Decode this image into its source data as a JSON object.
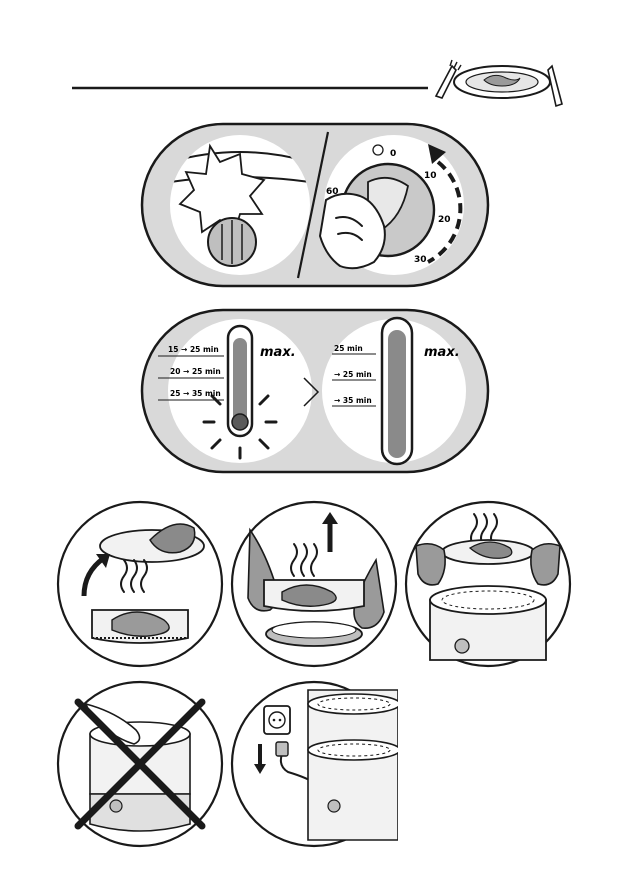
{
  "dial": {
    "ticks": [
      "0",
      "10",
      "20",
      "30",
      "60"
    ]
  },
  "water_gauge": {
    "rows": [
      "15 → 25 min",
      "20 → 25 min",
      "25 → 35 min"
    ],
    "rows_short": [
      "25 min",
      "→ 25 min",
      "→ 35 min"
    ],
    "max_label": "max."
  },
  "colors": {
    "ink": "#1a1a1a",
    "panel": "#d9d9d9",
    "water": "#8a8a8a",
    "light": "#f2f2f2"
  }
}
